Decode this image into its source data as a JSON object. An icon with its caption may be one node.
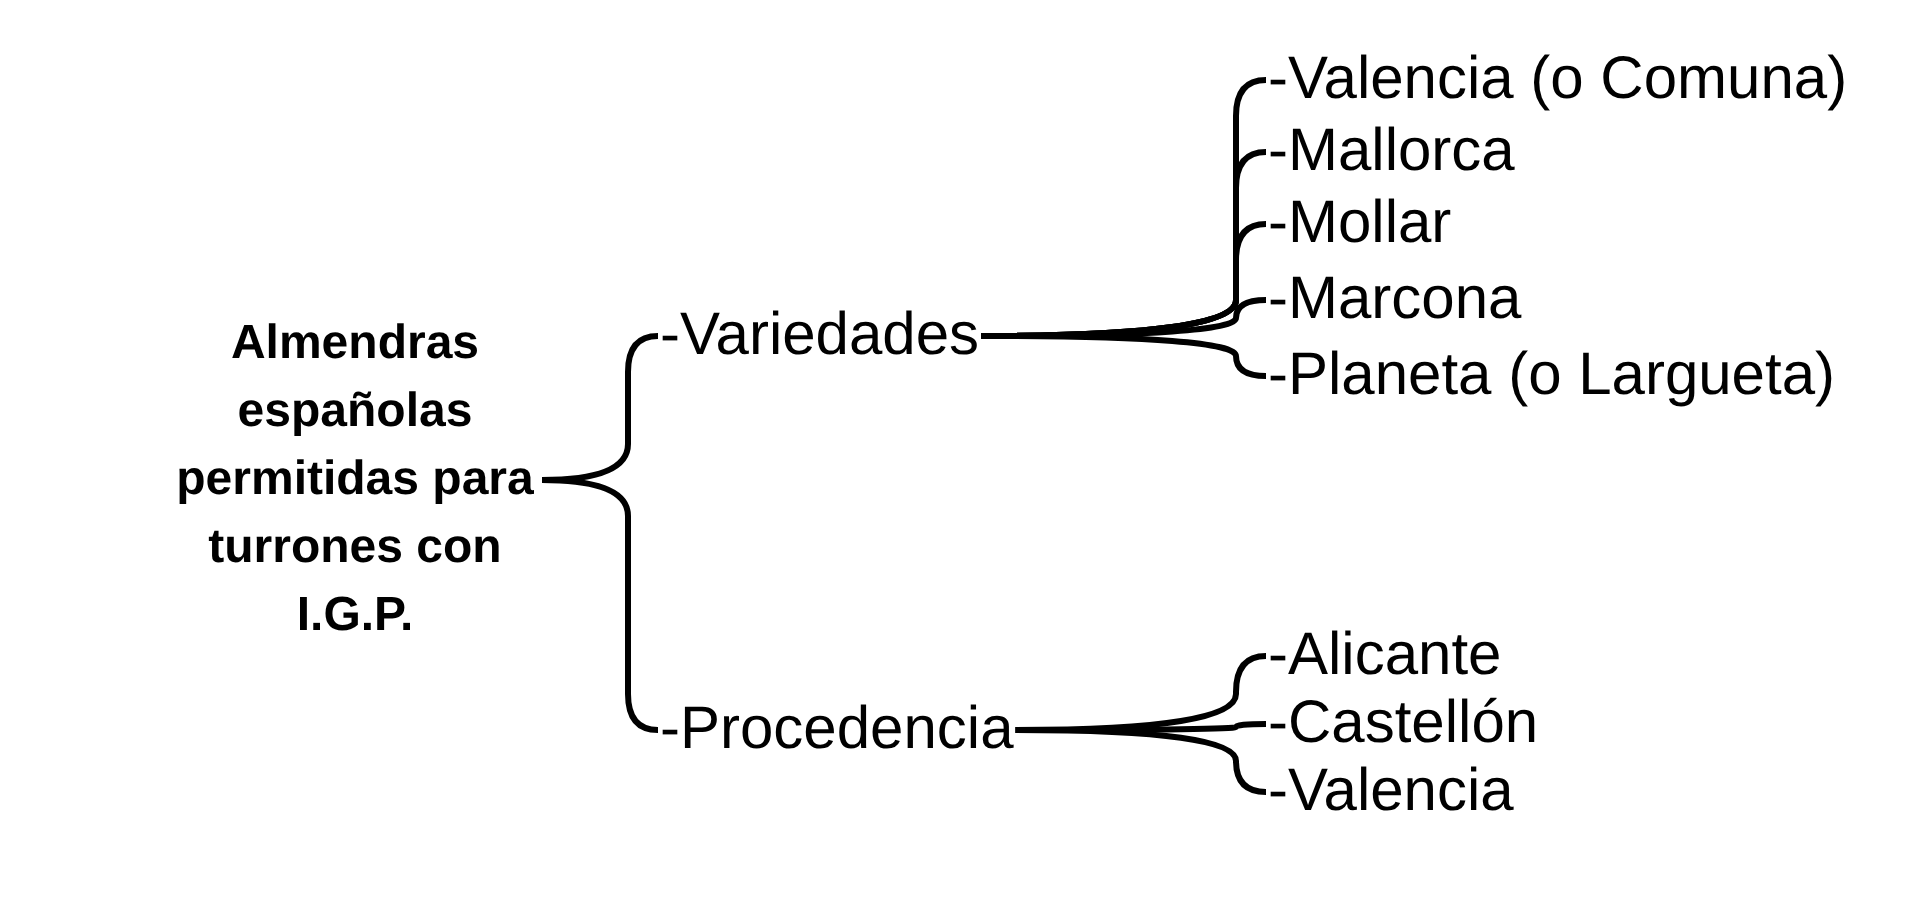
{
  "diagram": {
    "nodes": [
      {
        "text": [
          "Almendras españolas permitidas para turrones con I.G.P."
        ]
      },
      {
        "text": [
          "-Variedades"
        ]
      },
      {
        "text": [
          "-Procedencia"
        ]
      },
      {
        "text": [
          "-Valencia (o Comuna)"
        ]
      },
      {
        "text": [
          "-Mallorca"
        ]
      },
      {
        "text": [
          "-Mollar"
        ]
      },
      {
        "text": [
          "-Marcona"
        ]
      },
      {
        "text": [
          "-Planeta (o Largueta)"
        ]
      },
      {
        "text": [
          "-Alicante"
        ]
      },
      {
        "text": [
          "-Castellón"
        ]
      },
      {
        "text": [
          "-Valencia"
        ]
      }
    ],
    "edges": [
      {
        "from": 0,
        "to": 1,
        "arrow": "none"
      },
      {
        "from": 0,
        "to": 2,
        "arrow": "none"
      },
      {
        "from": 1,
        "to": 3,
        "arrow": "none"
      },
      {
        "from": 1,
        "to": 4,
        "arrow": "none"
      },
      {
        "from": 1,
        "to": 5,
        "arrow": "none"
      },
      {
        "from": 1,
        "to": 6,
        "arrow": "none"
      },
      {
        "from": 1,
        "to": 7,
        "arrow": "none"
      },
      {
        "from": 2,
        "to": 8,
        "arrow": "none"
      },
      {
        "from": 2,
        "to": 9,
        "arrow": "none"
      },
      {
        "from": 2,
        "to": 10,
        "arrow": "none"
      }
    ]
  }
}
